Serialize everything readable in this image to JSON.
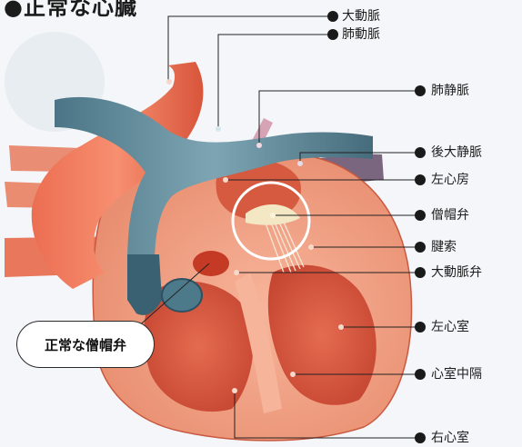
{
  "title": "●正常な心臓",
  "labels": {
    "aorta": "大動脈",
    "pulmonary_artery": "肺動脈",
    "pulmonary_vein": "肺静脈",
    "inferior_vena_cava": "後大静脈",
    "left_atrium": "左心房",
    "mitral_valve": "僧帽弁",
    "chordae": "腱索",
    "aortic_valve": "大動脈弁",
    "left_ventricle": "左心室",
    "septum": "心室中隔",
    "right_ventricle": "右心室"
  },
  "callout": "正常な僧帽弁",
  "colors": {
    "aorta": "#e8674c",
    "pulmonary": "#5f8b9c",
    "heart_wall": "#f0a386",
    "heart_inner": "#d9573f",
    "vein": "#6d5a72"
  }
}
